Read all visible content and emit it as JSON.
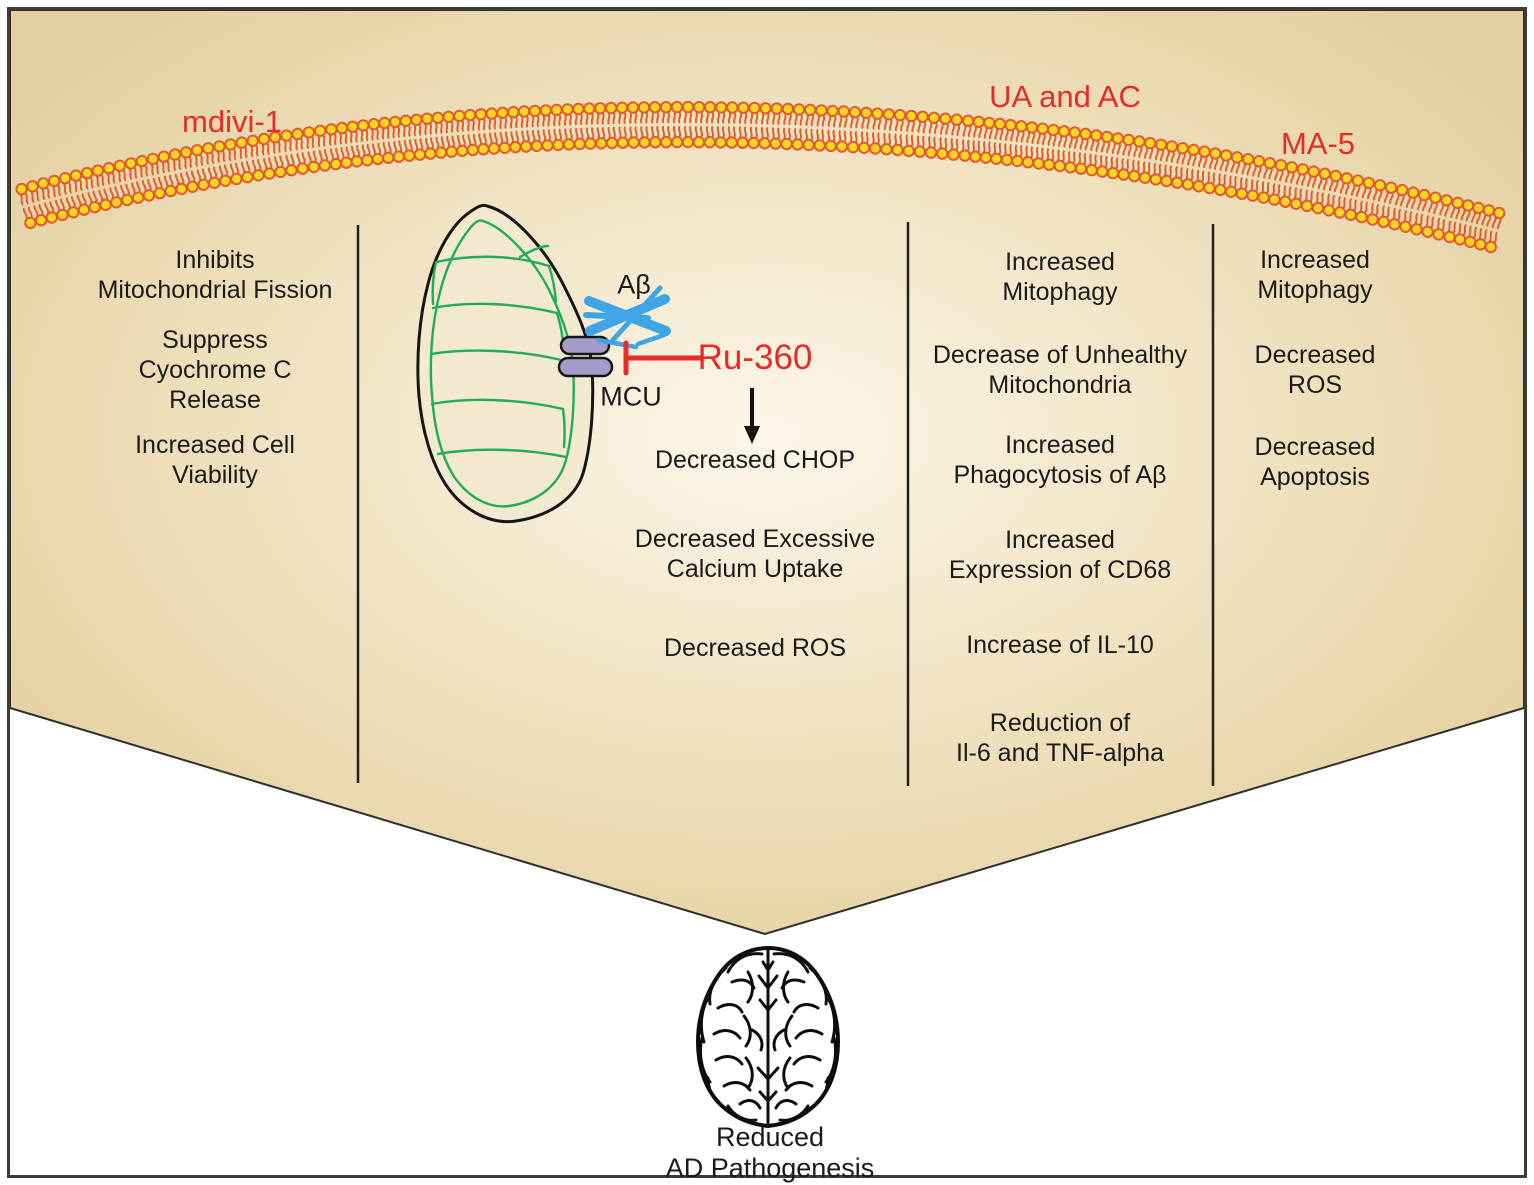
{
  "figure": {
    "labels": {
      "mdivi1": "mdivi-1",
      "ua_ac": "UA and AC",
      "ma5": "MA-5",
      "ru360": "Ru-360",
      "abeta": "Aβ",
      "mcu": "MCU"
    },
    "columns": {
      "mdivi1": [
        [
          "Inhibits",
          "Mitochondrial Fission"
        ],
        [
          "Suppress",
          "Cyochrome C",
          "Release"
        ],
        [
          "Increased Cell",
          "Viability"
        ]
      ],
      "ru360": [
        [
          "Decreased CHOP"
        ],
        [
          "Decreased Excessive",
          "Calcium Uptake"
        ],
        [
          "Decreased ROS"
        ]
      ],
      "ua_ac": [
        [
          "Increased",
          "Mitophagy"
        ],
        [
          "Decrease of Unhealthy",
          "Mitochondria"
        ],
        [
          "Increased",
          "Phagocytosis of Aβ"
        ],
        [
          "Increased",
          "Expression of CD68"
        ],
        [
          "Increase of IL-10"
        ],
        [
          "Reduction of",
          "Il-6 and TNF-alpha"
        ]
      ],
      "ma5": [
        [
          "Increased",
          "Mitophagy"
        ],
        [
          "Decreased",
          "ROS"
        ],
        [
          "Decreased",
          "Apoptosis"
        ]
      ]
    },
    "outcome": [
      "Reduced",
      "AD Pathogenesis"
    ],
    "colors": {
      "accent_red": "#e62b28",
      "abeta_blue": "#3fa5e5",
      "membrane_green": "#20ac58",
      "mcu_purple": "#a69ac8",
      "lipid_head_yellow": "#f7d626",
      "lipid_tail_orange": "#e25a2b",
      "panel_tan": "#e5cfa0",
      "panel_center": "#faf4e4",
      "text_black": "#1b1b1b"
    }
  }
}
